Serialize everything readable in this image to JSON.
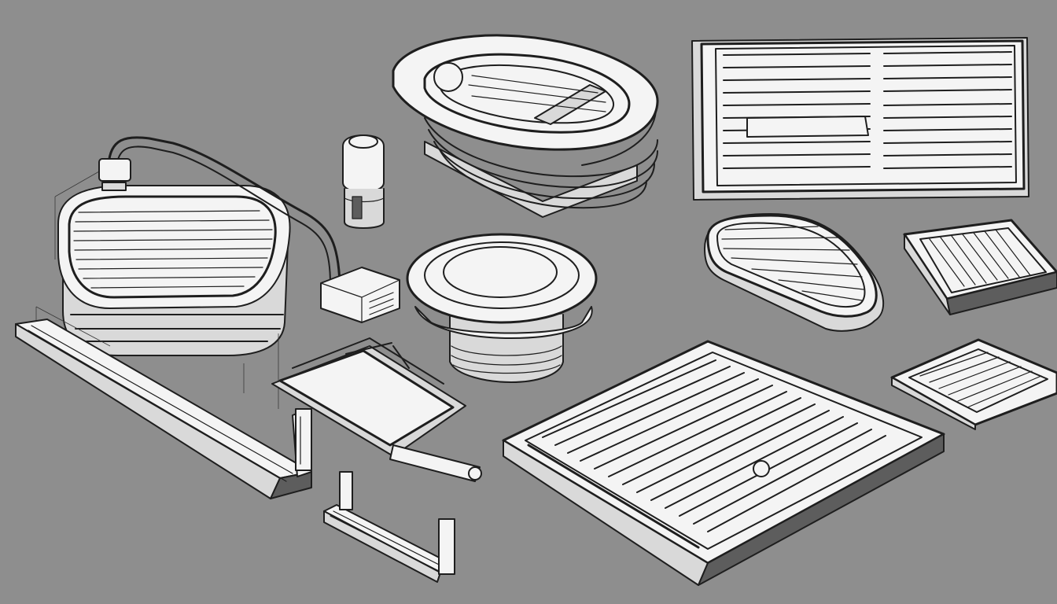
{
  "scene": {
    "background_color": "#8e8e8e",
    "line_color": "#1e1e1e",
    "highlight_color": "#f4f4f4",
    "shade_color": "#5d5d5d",
    "style": "pencil technical sketch",
    "objects": [
      "oval-grill-pan-with-arm",
      "small-bottle",
      "oval-tray-stack",
      "vent-grille-panel",
      "round-bowl-container",
      "long-rail",
      "hinged-plate-bracket",
      "small-bracket-rail",
      "large-square-grill-tray",
      "drop-shaped-grill-plate",
      "small-square-grille-upper",
      "small-square-grille-lower"
    ]
  }
}
